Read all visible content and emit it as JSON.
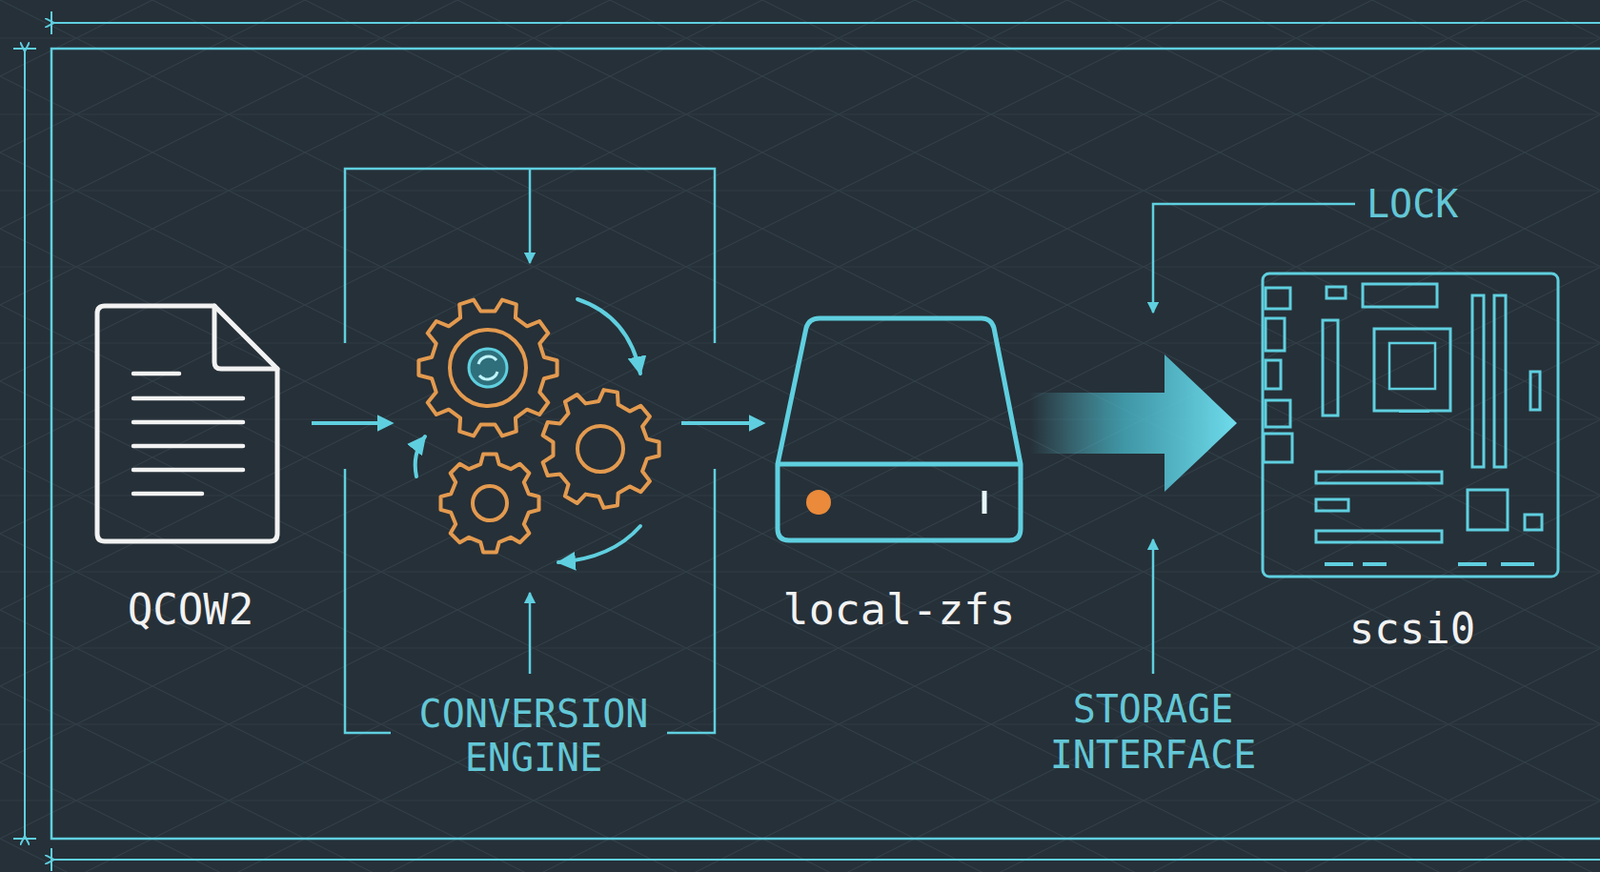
{
  "diagram": {
    "nodes": [
      {
        "text": [
          "QCOW2"
        ]
      },
      {
        "text": [
          "CONVERSION ENGINE"
        ]
      },
      {
        "text": [
          "local-zfs"
        ]
      },
      {
        "text": [
          "scsi0"
        ]
      }
    ],
    "edges": [
      {
        "from": 0,
        "to": 1,
        "arrow": "to"
      },
      {
        "from": 1,
        "to": 2,
        "arrow": "to"
      },
      {
        "from": 2,
        "to": 3,
        "arrow": "to"
      }
    ],
    "labels": [
      "LOCK",
      "STORAGE INTERFACE"
    ]
  }
}
